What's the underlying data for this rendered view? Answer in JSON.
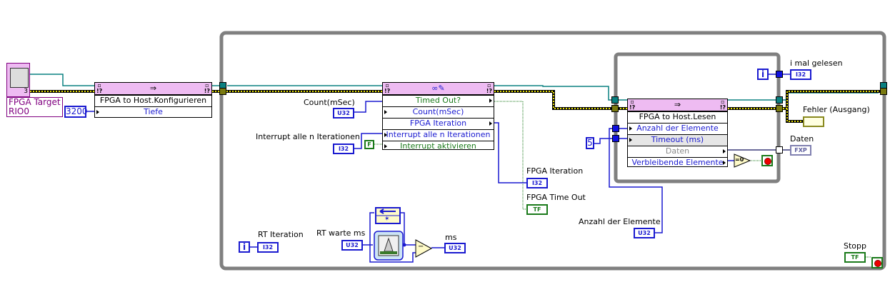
{
  "target": {
    "label_line1": "FPGA Target",
    "label_line2": "RIO0",
    "badge": "3"
  },
  "configure_node": {
    "title": "FPGA to Host.Konfigurieren",
    "input": "Tiefe",
    "depth_constant": "3200"
  },
  "read_write_node": {
    "rows": [
      "Timed Out?",
      "Count(mSec)",
      "FPGA Iteration",
      "Interrupt alle n Iterationen",
      "Interrupt aktivieren"
    ],
    "bool_constant": "F"
  },
  "controls": {
    "count_msec": {
      "label": "Count(mSec)",
      "type": "U32"
    },
    "interrupt_n": {
      "label": "Interrupt alle n Iterationen",
      "type": "I32"
    },
    "fpga_iteration": {
      "label": "FPGA Iteration",
      "type": "I32"
    },
    "fpga_timeout": {
      "label": "FPGA Time Out",
      "type": "TF"
    },
    "anzahl": {
      "label": "Anzahl der Elemente",
      "type": "U32"
    },
    "rt_iteration": {
      "label": "RT Iteration",
      "type": "I32"
    },
    "rt_warte": {
      "label": "RT warte ms",
      "type": "U32"
    },
    "ms": {
      "label": "ms",
      "type": "U32"
    },
    "i_mal": {
      "label": "i mal gelesen",
      "type": "I32"
    },
    "fehler": {
      "label": "Fehler (Ausgang)",
      "type": "ERR"
    },
    "daten": {
      "label": "Daten",
      "type": "FXP"
    },
    "stopp": {
      "label": "Stopp",
      "type": "TF"
    }
  },
  "read_node": {
    "title": "FPGA to Host.Lesen",
    "rows": [
      "Anzahl der Elemente",
      "Timeout (ms)",
      "Daten",
      "Verbleibende Elemente"
    ],
    "timeout_constant": "5",
    "compare_label": "=0"
  },
  "iteration_terminal": "i",
  "subtract_label": "−",
  "feedback_symbol": "✶"
}
